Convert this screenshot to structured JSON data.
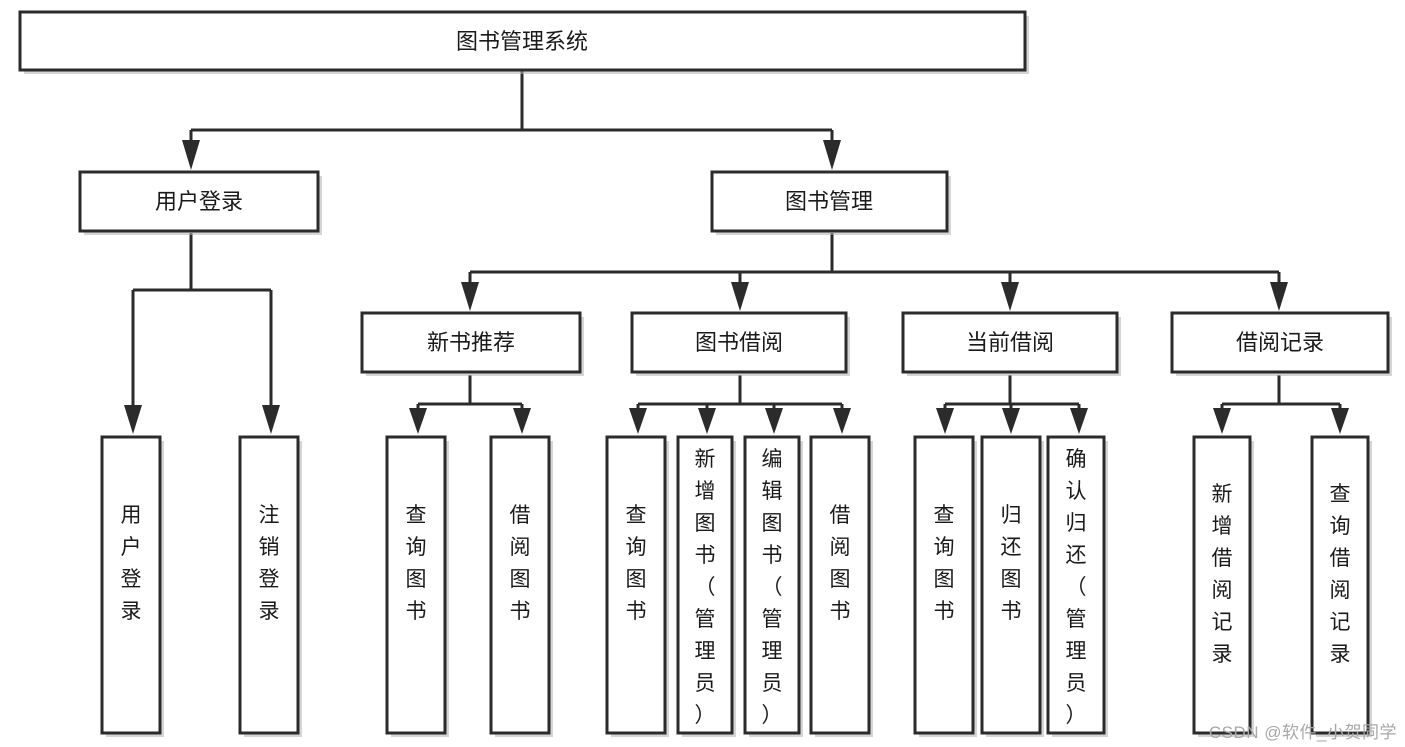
{
  "diagram": {
    "type": "tree-hierarchy",
    "title": "图书管理系统",
    "orientation": "top-down",
    "watermark": "CSDN @软件_小贺同学",
    "colors": {
      "box_stroke": "#2b2b2b",
      "box_fill": "#ffffff",
      "connector": "#2b2b2b",
      "text": "#1a1a1a",
      "watermark": "#a8a8a8",
      "background": "#ffffff"
    },
    "root": {
      "label": "图书管理系统"
    },
    "level2": [
      {
        "id": "user-login",
        "label": "用户登录"
      },
      {
        "id": "book-manage",
        "label": "图书管理"
      }
    ],
    "level3": [
      {
        "id": "new-book-recommend",
        "label": "新书推荐",
        "parent": "book-manage"
      },
      {
        "id": "book-borrow",
        "label": "图书借阅",
        "parent": "book-manage"
      },
      {
        "id": "current-borrow",
        "label": "当前借阅",
        "parent": "book-manage"
      },
      {
        "id": "borrow-record",
        "label": "借阅记录",
        "parent": "book-manage"
      }
    ],
    "leaves": [
      {
        "id": "leaf-user-login",
        "label": "用户登录",
        "parent": "user-login"
      },
      {
        "id": "leaf-logout-login",
        "label": "注销登录",
        "parent": "user-login"
      },
      {
        "id": "leaf-query-book-1",
        "label": "查询图书",
        "parent": "new-book-recommend"
      },
      {
        "id": "leaf-borrow-book-1",
        "label": "借阅图书",
        "parent": "new-book-recommend"
      },
      {
        "id": "leaf-query-book-2",
        "label": "查询图书",
        "parent": "book-borrow"
      },
      {
        "id": "leaf-add-book",
        "label": "新增图书（管理员）",
        "parent": "book-borrow"
      },
      {
        "id": "leaf-edit-book",
        "label": "编辑图书（管理员）",
        "parent": "book-borrow"
      },
      {
        "id": "leaf-borrow-book-2",
        "label": "借阅图书",
        "parent": "book-borrow"
      },
      {
        "id": "leaf-query-book-3",
        "label": "查询图书",
        "parent": "current-borrow"
      },
      {
        "id": "leaf-return-book",
        "label": "归还图书",
        "parent": "current-borrow"
      },
      {
        "id": "leaf-confirm-return",
        "label": "确认归还（管理员）",
        "parent": "current-borrow"
      },
      {
        "id": "leaf-add-record",
        "label": "新增借阅记录",
        "parent": "borrow-record"
      },
      {
        "id": "leaf-query-record",
        "label": "查询借阅记录",
        "parent": "borrow-record"
      }
    ]
  }
}
